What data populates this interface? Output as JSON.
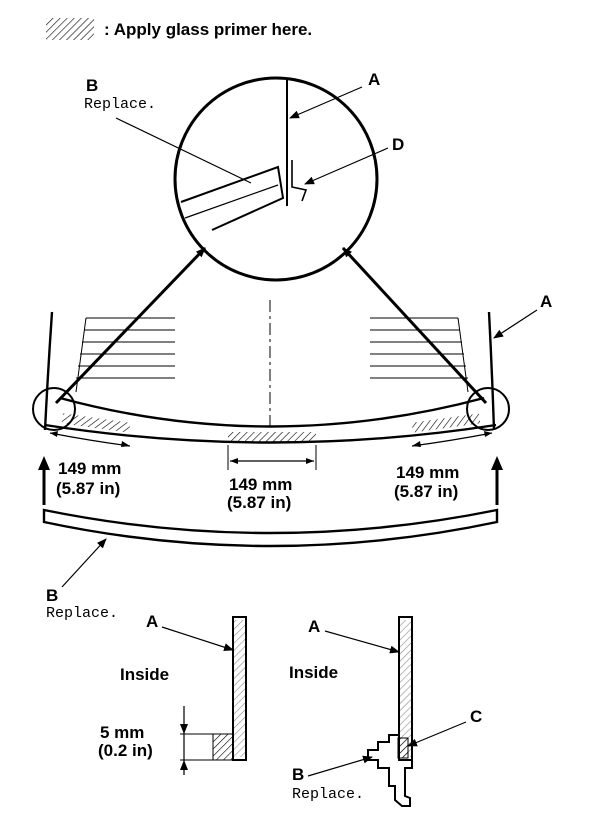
{
  "legend": {
    "text": ": Apply glass primer here."
  },
  "callouts": {
    "a": "A",
    "b": "B",
    "c": "C",
    "d": "D",
    "replace": "Replace."
  },
  "dimensions": {
    "left": {
      "mm": "149 mm",
      "in": "(5.87 in)"
    },
    "center": {
      "mm": "149 mm",
      "in": "(5.87 in)"
    },
    "right": {
      "mm": "149 mm",
      "in": "(5.87 in)"
    },
    "detail_height": {
      "mm": "5 mm",
      "in": "(0.2 in)"
    }
  },
  "labels": {
    "inside_left": "Inside",
    "inside_right": "Inside"
  }
}
